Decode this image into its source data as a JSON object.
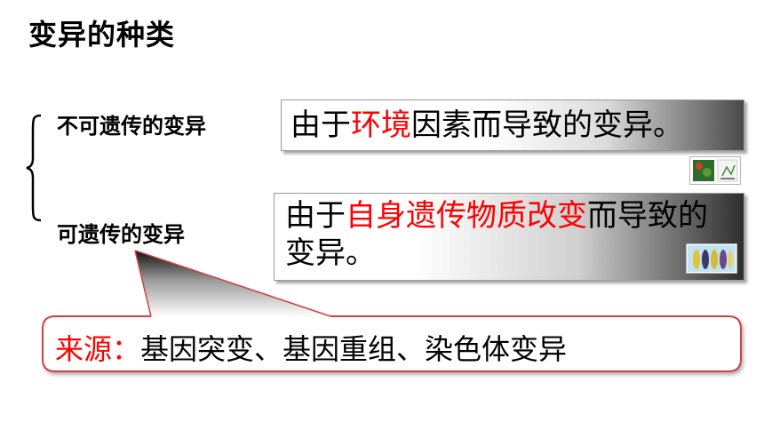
{
  "title": "变异的种类",
  "categories": {
    "non_heritable_label": "不可遗传的变异",
    "heritable_label": "可遗传的变异"
  },
  "box_a": {
    "pre": "由于",
    "highlight": "环境",
    "post": "因素而导致的变异。"
  },
  "box_b": {
    "pre": "由于",
    "highlight": "自身遗传物质改变",
    "post": "而导致的变异。"
  },
  "source": {
    "label": "来源：",
    "text": "基因突变、基因重组、染色体变异"
  },
  "colors": {
    "highlight": "#ff0000",
    "callout_border": "#d04040"
  },
  "icons": [
    "left-brace-icon",
    "plants-photo-thumbnail-icon",
    "corn-photo-thumbnail-icon"
  ]
}
